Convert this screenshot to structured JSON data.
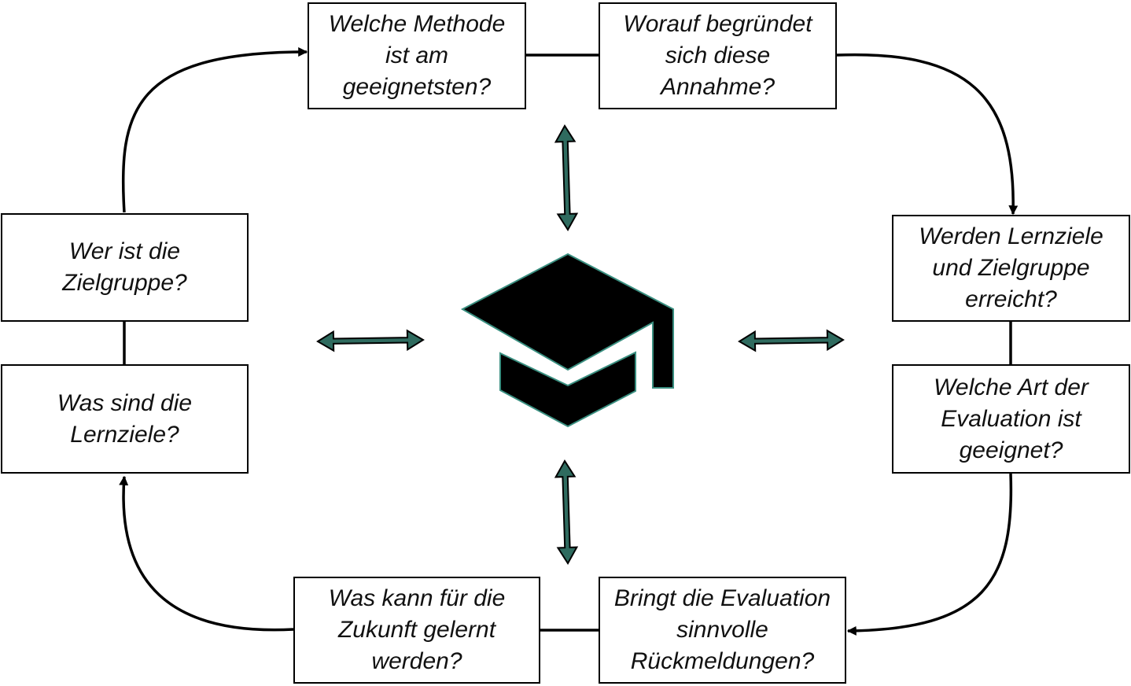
{
  "colors": {
    "line": "#000000",
    "arrow_fill": "#2f6b5f",
    "icon_fill": "#000000",
    "icon_outline": "#3a8f80"
  },
  "icon": "graduation-cap-icon",
  "boxes": {
    "methode": "Welche Methode\nist am\ngeeignetsten?",
    "annahme": "Worauf begründet\nsich diese\nAnnahme?",
    "lernziele_erreicht": "Werden Lernziele\nund Zielgruppe\nerreicht?",
    "evaluation_art": "Welche Art der\nEvaluation ist\ngeeignet?",
    "rueckmeldungen": "Bringt die Evaluation\nsinnvolle\nRückmeldungen?",
    "zukunft": "Was kann für die\nZukunft gelernt\nwerden?",
    "lernziele": "Was sind die\nLernziele?",
    "zielgruppe": "Wer ist die\nZielgruppe?"
  }
}
